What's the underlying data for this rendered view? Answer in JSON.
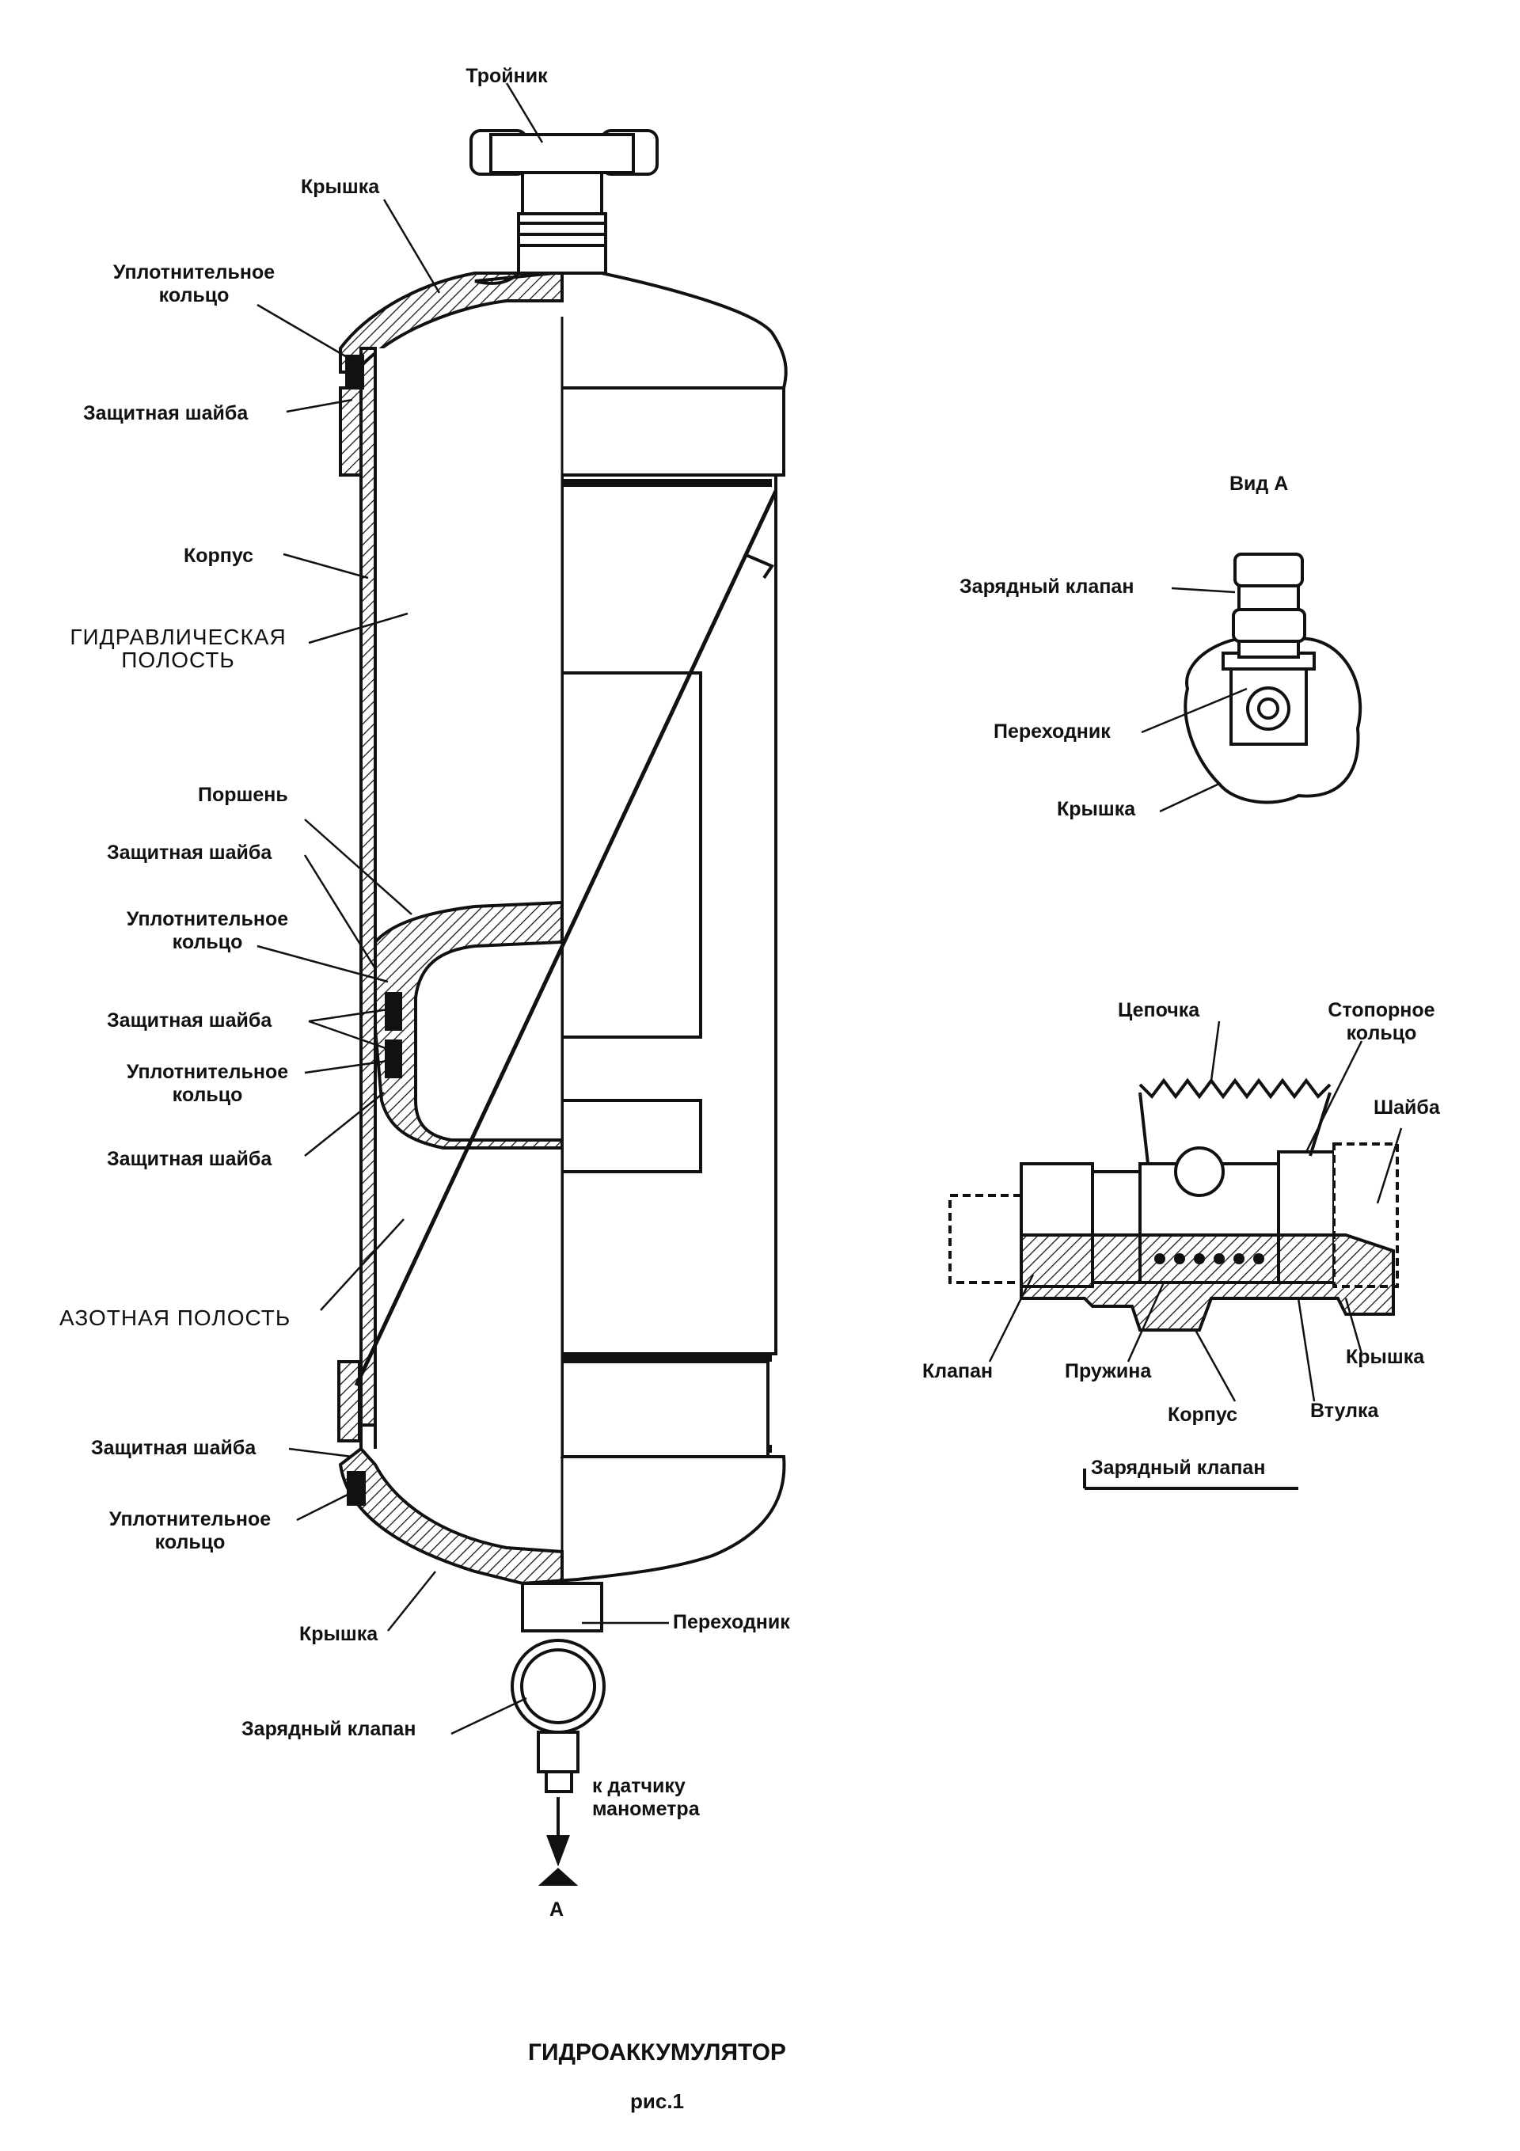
{
  "main_view": {
    "troinik": "Тройник",
    "kryshka_top": "Крышка",
    "uplot_ring_1": "Уплотнительное\nкольцо",
    "zasch_shaiba_1": "Защитная шайба",
    "korpus": "Корпус",
    "gidr_polost": "ГИДРАВЛИЧЕСКАЯ\nПОЛОСТЬ",
    "porshen": "Поршень",
    "zasch_shaiba_2": "Защитная шайба",
    "uplot_ring_2": "Уплотнительное\nкольцо",
    "zasch_shaiba_3": "Защитная шайба",
    "uplot_ring_3": "Уплотнительное\nкольцо",
    "zasch_shaiba_4": "Защитная шайба",
    "azot_polost": "АЗОТНАЯ ПОЛОСТЬ",
    "zasch_shaiba_5": "Защитная шайба",
    "uplot_ring_4": "Уплотнительное\nкольцо",
    "kryshka_bottom": "Крышка",
    "perekhodnik": "Переходник",
    "zaryadny_klapan": "Зарядный клапан",
    "k_datchiku": "к датчику\nманометра",
    "view_marker": "А"
  },
  "view_a": {
    "title": "Вид А",
    "zaryadny_klapan": "Зарядный клапан",
    "perekhodnik": "Переходник",
    "kryshka": "Крышка"
  },
  "valve_detail": {
    "tsepochka": "Цепочка",
    "stopornoe_koltso": "Стопорное\nкольцо",
    "shaiba": "Шайба",
    "klapan": "Клапан",
    "pruzhina": "Пружина",
    "korpus": "Корпус",
    "vtulka": "Втулка",
    "kryshka": "Крышка",
    "title": "Зарядный клапан"
  },
  "caption": {
    "title": "ГИДРОАККУМУЛЯТОР",
    "figure": "рис.1"
  }
}
